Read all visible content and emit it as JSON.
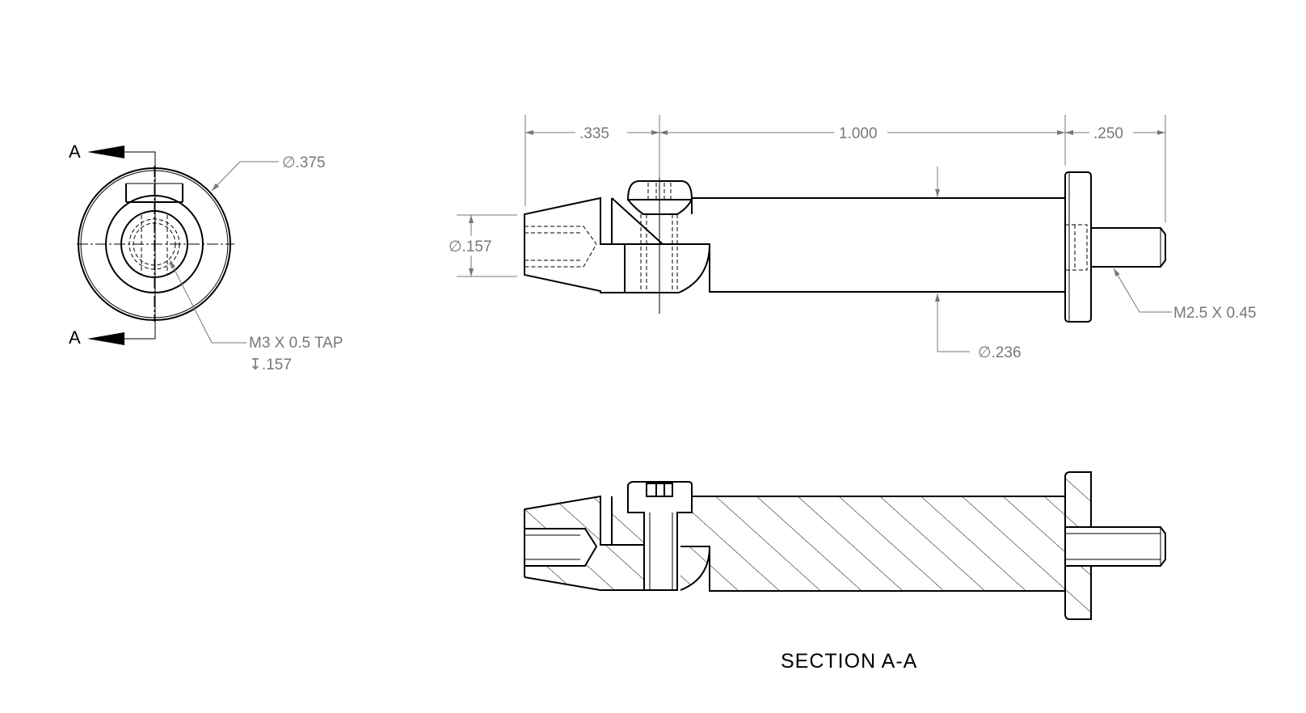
{
  "drawing": {
    "section_marker_top": "A",
    "section_marker_bottom": "A",
    "section_title": "SECTION A-A",
    "dimensions": {
      "outer_diameter": "∅.375",
      "tap_spec": "M3 X 0.5 TAP",
      "tap_depth": "↧.157",
      "length_tip": ".335",
      "length_body": "1.000",
      "length_flange_stud": ".250",
      "tip_diameter": "∅.157",
      "body_diameter": "∅.236",
      "stud_thread": "M2.5 X 0.45"
    }
  }
}
